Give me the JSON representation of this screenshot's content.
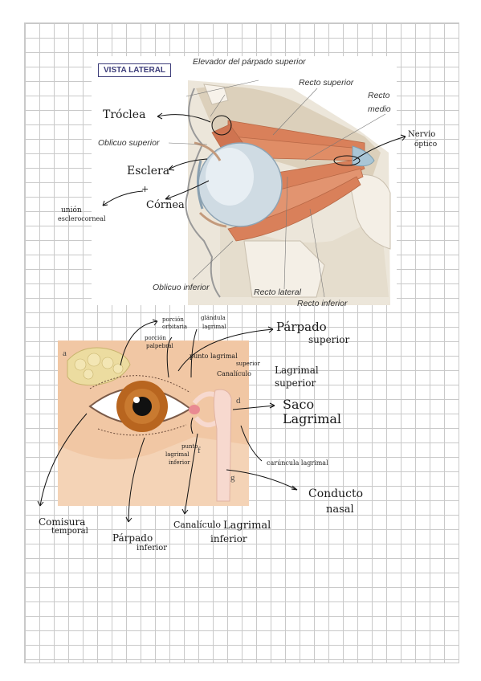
{
  "top_figure": {
    "title": "VISTA LATERAL",
    "printed_labels": {
      "elevador": "Elevador del párpado superior",
      "recto_superior": "Recto superior",
      "recto_medio_1": "Recto",
      "recto_medio_2": "medio",
      "oblicuo_superior": "Oblicuo superior",
      "oblicuo_inferior": "Oblicuo inferior",
      "recto_lateral": "Recto lateral",
      "recto_inferior": "Recto inferior"
    },
    "handwritten": {
      "troclea": "Tróclea",
      "esclera": "Esclera",
      "plus": "+",
      "cornea": "Córnea",
      "union_1": "unión",
      "union_2": "esclerocorneal",
      "nervio_1": "Nervio",
      "nervio_2": "óptico"
    }
  },
  "bottom_figure": {
    "letters": {
      "a": "a",
      "d": "d",
      "f": "f",
      "g": "g"
    },
    "handwritten": {
      "porcion_orbitaria_1": "porción",
      "porcion_orbitaria_2": "orbitaria",
      "porcion_palpebral_1": "porción",
      "porcion_palpebral_2": "palpebral",
      "glandula_1": "glándula",
      "glandula_2": "lagrimal",
      "parpado_sup_1": "Párpado",
      "parpado_sup_2": "superior",
      "punto_sup_1": "punto lagrimal",
      "punto_sup_2": "superior",
      "canaliculo_sup": "Canalículo",
      "lagrimal_sup_1": "Lagrimal",
      "lagrimal_sup_2": "superior",
      "saco_1": "Saco",
      "saco_2": "Lagrimal",
      "punto_inf_1": "punto",
      "punto_inf_2": "lagrimal",
      "punto_inf_3": "inferior",
      "carincula": "carúncula lagrimal",
      "conducto_1": "Conducto",
      "conducto_2": "nasal",
      "comisura_1": "Comisura",
      "comisura_2": "temporal",
      "parpado_inf_1": "Párpado",
      "parpado_inf_2": "inferior",
      "canaliculo_inf_1": "Canalículo",
      "canaliculo_inf_2": "Lagrimal",
      "canaliculo_inf_3": "inferior"
    }
  },
  "colors": {
    "grid": "#c9c9c9",
    "muscle": "#d9805a",
    "bone": "#e9e2d4",
    "skin": "#f1c7a4",
    "iris": "#b8651f",
    "gland": "#ecdca0",
    "ink": "#1a1a1a"
  }
}
